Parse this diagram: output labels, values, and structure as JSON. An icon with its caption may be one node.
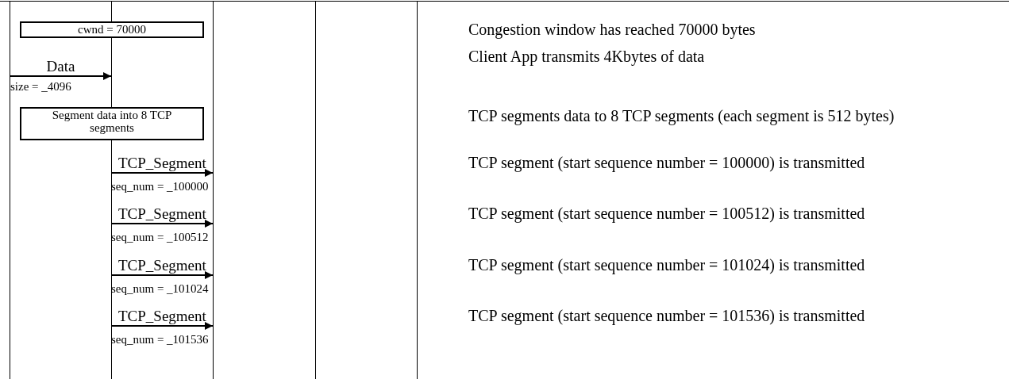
{
  "diagram": {
    "nodes": [
      {
        "text": [],
        "shape": "bar"
      },
      {
        "text": [],
        "shape": "bar"
      },
      {
        "text": [],
        "shape": "bar"
      },
      {
        "text": [],
        "shape": "bar"
      },
      {
        "text": [],
        "shape": "bar"
      },
      {
        "text": [
          "cwnd = 70000"
        ]
      },
      {
        "text": [
          "Segment data into 8 TCP segments"
        ]
      }
    ],
    "edges": [
      {
        "from": 0,
        "to": 1,
        "arrow": "to",
        "label": "Data"
      },
      {
        "from": 1,
        "to": 2,
        "arrow": "to",
        "label": "TCP_Segment"
      },
      {
        "from": 1,
        "to": 2,
        "arrow": "to",
        "label": "TCP_Segment"
      },
      {
        "from": 1,
        "to": 2,
        "arrow": "to",
        "label": "TCP_Segment"
      },
      {
        "from": 1,
        "to": 2,
        "arrow": "to",
        "label": "TCP_Segment"
      }
    ],
    "labels": [
      "Congestion window has reached 70000 bytes",
      "Client App transmits 4Kbytes of data",
      "size = _4096",
      "TCP segments data to 8 TCP segments (each segment is 512 bytes)",
      "TCP segment (start sequence number = 100000) is transmitted",
      "seq_num = _100000",
      "TCP segment (start sequence number = 100512) is transmitted",
      "seq_num = _100512",
      "TCP segment (start sequence number = 101024) is transmitted",
      "seq_num = _101024",
      "TCP segment (start sequence number = 101536) is transmitted",
      "seq_num = _101536"
    ]
  }
}
